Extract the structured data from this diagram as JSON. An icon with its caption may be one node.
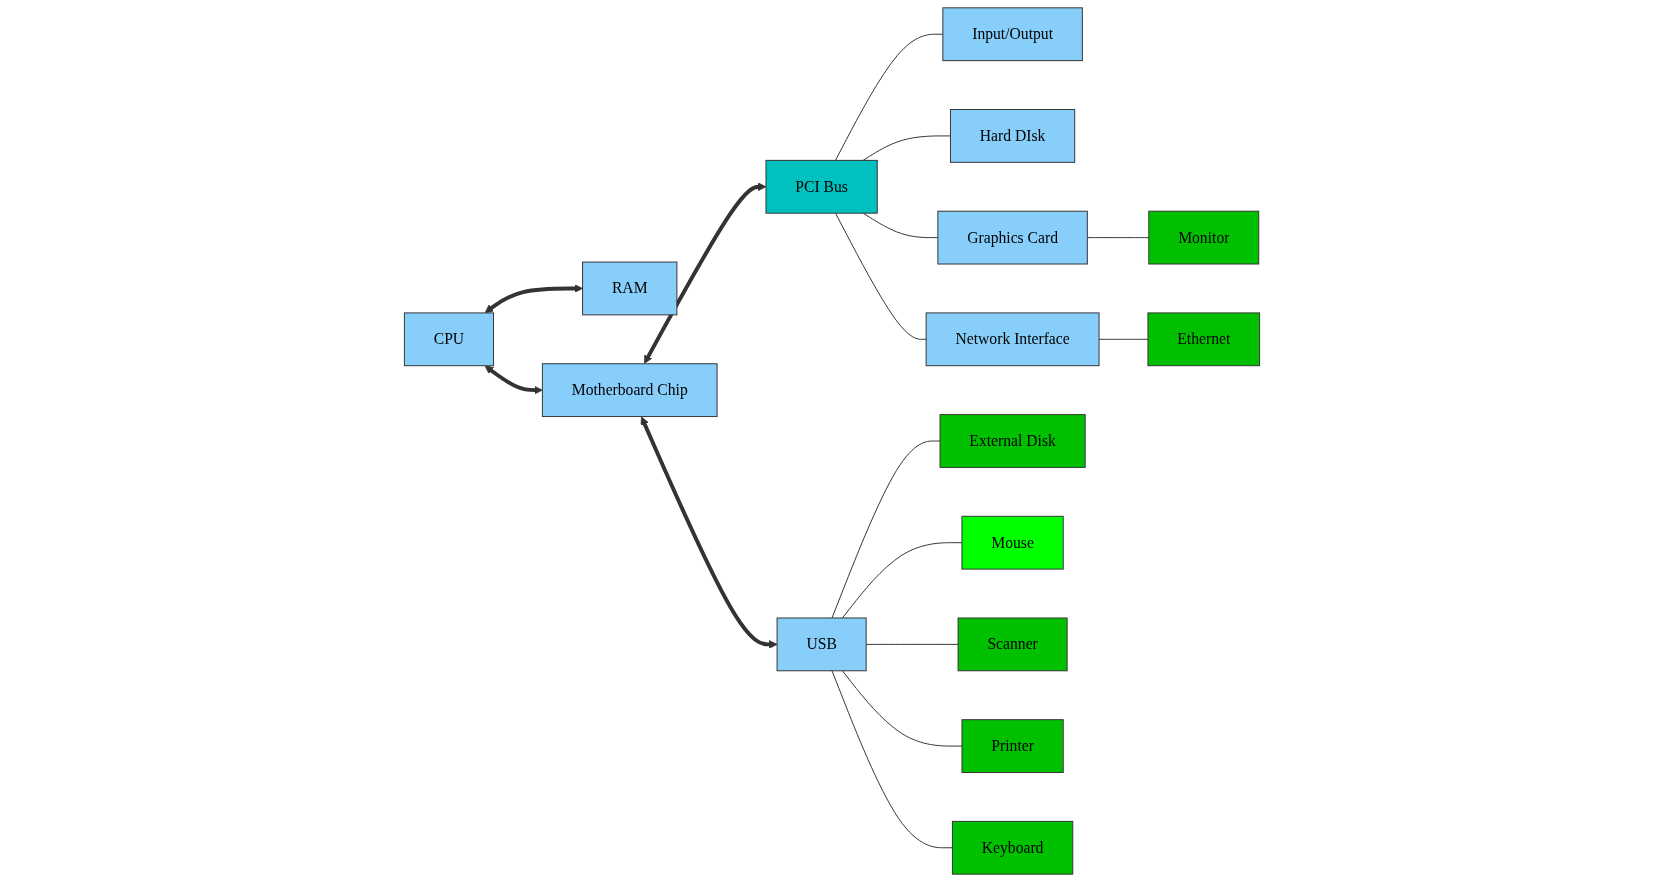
{
  "diagram": {
    "nodes": [
      {
        "text": [
          "CPU"
        ]
      },
      {
        "text": [
          "Motherboard Chip"
        ]
      },
      {
        "text": [
          "PCI Bus"
        ]
      },
      {
        "text": [
          "RAM"
        ]
      },
      {
        "text": [
          "USB"
        ]
      },
      {
        "text": [
          "Input/Output"
        ]
      },
      {
        "text": [
          "Hard DIsk"
        ]
      },
      {
        "text": [
          "Graphics Card"
        ]
      },
      {
        "text": [
          "Network Interface"
        ]
      },
      {
        "text": [
          "External Disk"
        ]
      },
      {
        "text": [
          "Mouse"
        ]
      },
      {
        "text": [
          "Scanner"
        ]
      },
      {
        "text": [
          "Printer"
        ]
      },
      {
        "text": [
          "Keyboard"
        ]
      },
      {
        "text": [
          "Monitor"
        ]
      },
      {
        "text": [
          "Ethernet"
        ]
      }
    ],
    "edges": [
      {
        "from": 0,
        "to": 1,
        "arrow": "both",
        "style": "thick"
      },
      {
        "from": 1,
        "to": 2,
        "arrow": "both",
        "style": "thick"
      },
      {
        "from": 0,
        "to": 3,
        "arrow": "both",
        "style": "thick"
      },
      {
        "from": 1,
        "to": 4,
        "arrow": "both",
        "style": "thick"
      },
      {
        "from": 2,
        "to": 5,
        "arrow": "none"
      },
      {
        "from": 2,
        "to": 6,
        "arrow": "none"
      },
      {
        "from": 2,
        "to": 7,
        "arrow": "none"
      },
      {
        "from": 2,
        "to": 8,
        "arrow": "none"
      },
      {
        "from": 4,
        "to": 9,
        "arrow": "none"
      },
      {
        "from": 4,
        "to": 10,
        "arrow": "none"
      },
      {
        "from": 4,
        "to": 11,
        "arrow": "none"
      },
      {
        "from": 4,
        "to": 12,
        "arrow": "none"
      },
      {
        "from": 4,
        "to": 13,
        "arrow": "none"
      },
      {
        "from": 7,
        "to": 14,
        "arrow": "none"
      },
      {
        "from": 8,
        "to": 15,
        "arrow": "none"
      }
    ]
  }
}
